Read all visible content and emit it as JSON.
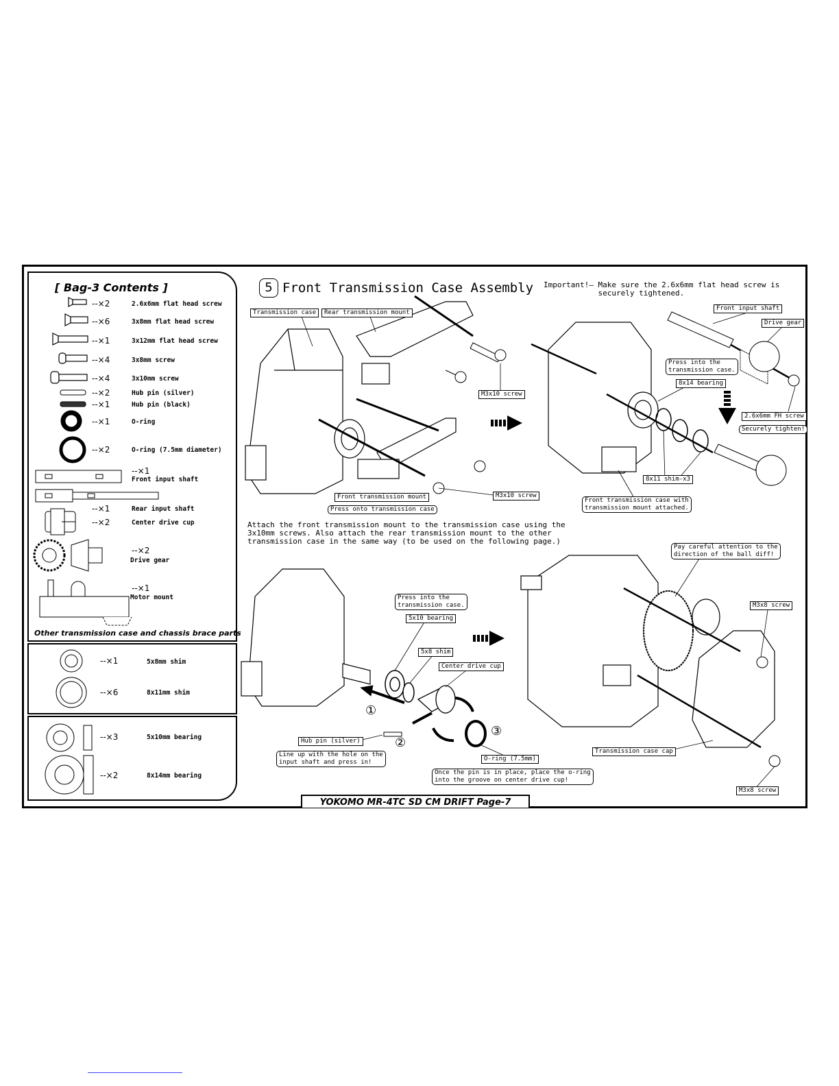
{
  "bag": {
    "title": "[ Bag-3 Contents ]",
    "parts": [
      {
        "qty": "--×2",
        "name": "2.6x6mm flat head screw",
        "icon": "flat-head-screw-small-icon"
      },
      {
        "qty": "--×6",
        "name": "3x8mm flat head screw",
        "icon": "flat-head-screw-icon"
      },
      {
        "qty": "--×1",
        "name": "3x12mm flat head screw",
        "icon": "flat-head-screw-long-icon"
      },
      {
        "qty": "--×4",
        "name": "3x8mm screw",
        "icon": "cap-screw-icon"
      },
      {
        "qty": "--×4",
        "name": "3x10mm screw",
        "icon": "cap-screw-long-icon"
      },
      {
        "qty": "--×2",
        "name": "Hub pin (silver)",
        "icon": "hub-pin-silver-icon"
      },
      {
        "qty": "--×1",
        "name": "Hub pin (black)",
        "icon": "hub-pin-black-icon"
      },
      {
        "qty": "--×1",
        "name": "O-ring",
        "icon": "o-ring-icon"
      },
      {
        "qty": "--×2",
        "name": "O-ring (7.5mm diameter)",
        "icon": "o-ring-large-icon"
      },
      {
        "qty": "--×1",
        "name": "Front input shaft",
        "icon": "front-input-shaft-icon"
      },
      {
        "qty": "--×1",
        "name": "Rear input shaft",
        "icon": "rear-input-shaft-icon"
      },
      {
        "qty": "--×2",
        "name": "Center drive cup",
        "icon": "center-drive-cup-icon"
      },
      {
        "qty": "--×2",
        "name": "Drive gear",
        "icon": "drive-gear-icon"
      },
      {
        "qty": "--×1",
        "name": "Motor mount",
        "icon": "motor-mount-icon"
      }
    ],
    "other_title": "Other transmission case and chassis brace parts",
    "shims": [
      {
        "qty": "--×1",
        "name": "5x8mm shim"
      },
      {
        "qty": "--×6",
        "name": "8x11mm shim"
      }
    ],
    "bearings": [
      {
        "qty": "--×3",
        "name": "5x10mm bearing"
      },
      {
        "qty": "--×2",
        "name": "8x14mm bearing"
      }
    ]
  },
  "step": {
    "number": "5",
    "title": "Front Transmission Case Assembly",
    "important": "Important!— Make sure the 2.6x6mm flat head screw is\n            securely tightened.",
    "instruction": "Attach the front transmission mount to the transmission case using the\n3x10mm screws. Also attach the rear transmission mount to the other\ntransmission case in the same way (to be used on the following page.)"
  },
  "callouts": {
    "transmission_case": "Transmission case",
    "rear_mount": "Rear transmission mount",
    "m3x10_a": "M3x10 screw",
    "m3x10_b": "M3x10 screw",
    "front_mount": "Front transmission mount",
    "press_onto": "Press onto transmission case",
    "front_input_shaft": "Front input shaft",
    "drive_gear": "Drive gear",
    "press_into_a": "Press into the\ntransmission case.",
    "bearing_8x14": "8x14 bearing",
    "fh_screw": "2.6x6mm FH screw",
    "securely": "Securely tighten!",
    "shim_8x11": "8x11 shim-x3",
    "front_case_mount": "Front transmission case with\ntransmission mount attached.",
    "press_into_b": "Press into the\ntransmission case.",
    "bearing_5x10": "5x10 bearing",
    "shim_5x8": "5x8 shim",
    "center_cup": "Center drive cup",
    "hub_pin": "Hub pin (silver)",
    "line_up": "Line up with the hole on the\ninput shaft and press in!",
    "o_ring": "O-ring (7.5mm)",
    "once_pin": "Once the pin is in place, place the o-ring\ninto the groove on center drive cup!",
    "pay_attention": "Pay careful attention to the\ndirection of the ball diff!",
    "m3x8_a": "M3x8 screw",
    "case_cap": "Transmission case cap",
    "m3x8_b": "M3x8 screw"
  },
  "nums": {
    "one": "①",
    "two": "②",
    "three": "③"
  },
  "footer": "YOKOMO MR-4TC SD CM DRIFT    Page-7"
}
